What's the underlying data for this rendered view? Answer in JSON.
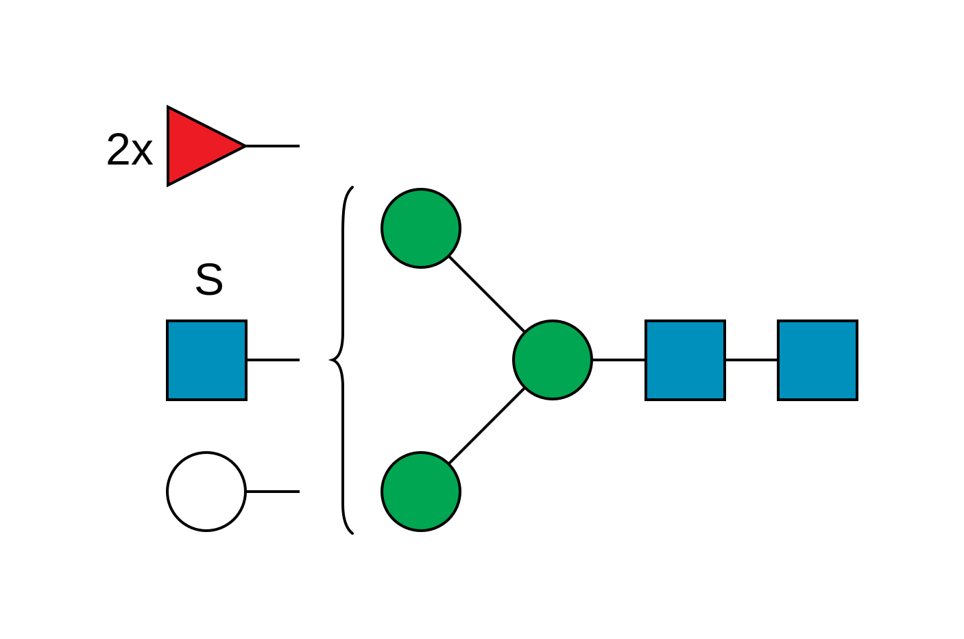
{
  "colors": {
    "fucose": "#ED1C24",
    "glcnac": "#0090BC",
    "mannose": "#00A651",
    "galactose_unknown": "#FFFFFF",
    "outline": "#000000",
    "background": "#FFFFFF"
  },
  "substituents": [
    {
      "symbol": "red-triangle",
      "multiplier_label": "2x"
    },
    {
      "symbol": "blue-square",
      "modification_label": "S"
    },
    {
      "symbol": "white-circle"
    }
  ],
  "core": {
    "mannose_top": {
      "symbol": "green-circle"
    },
    "mannose_branch": {
      "symbol": "green-circle"
    },
    "mannose_bottom": {
      "symbol": "green-circle"
    },
    "glcnac_middle": {
      "symbol": "blue-square"
    },
    "glcnac_reducing_end": {
      "symbol": "blue-square"
    }
  },
  "bracket": {
    "symbol": "curly-brace"
  }
}
